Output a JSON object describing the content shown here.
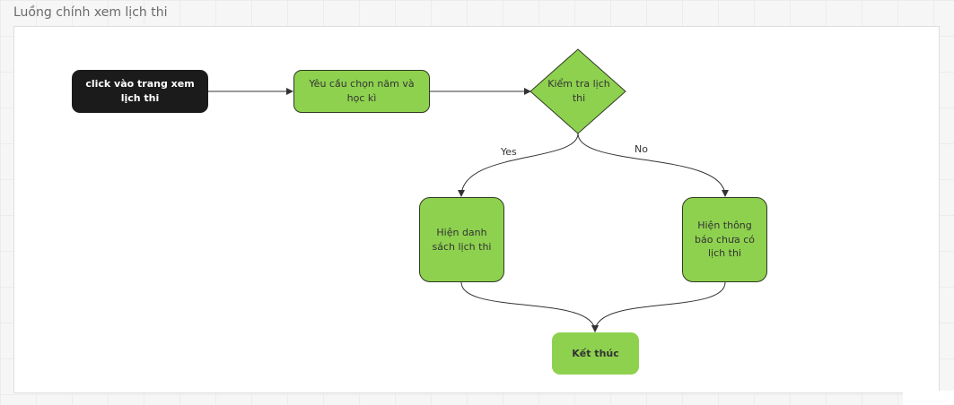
{
  "frame": {
    "title": "Luồng chính xem lịch thi"
  },
  "nodes": {
    "start": "click vào trang xem lịch thi",
    "ask_year_term": "Yêu cầu chọn năm và học kì",
    "check": "Kiểm tra lịch thi",
    "show_list": "Hiện danh sách lịch thi",
    "notify_none": "Hiện thông báo chưa có lịch thi",
    "end": "Kết thúc"
  },
  "edges": {
    "yes_label": "Yes",
    "no_label": "No"
  },
  "colors": {
    "start_fill": "#1b1b1b",
    "node_fill": "#8ed14f",
    "edge_stroke": "#333333"
  }
}
